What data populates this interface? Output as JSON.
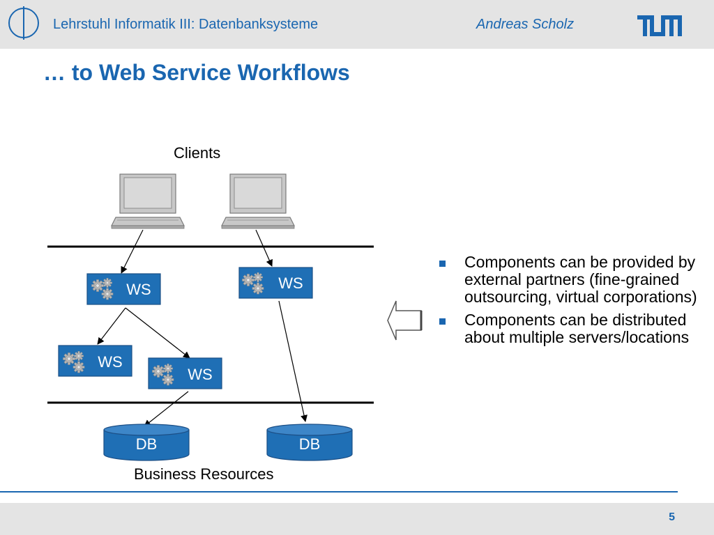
{
  "header": {
    "title": "Lehrstuhl Informatik III: Datenbanksysteme",
    "author": "Andreas Scholz",
    "university_logo": "tum-logo"
  },
  "slide": {
    "title": "… to Web Service Workflows"
  },
  "diagram": {
    "clients_label": "Clients",
    "resources_label": "Business Resources",
    "ws_label": "WS",
    "db_label": "DB",
    "colors": {
      "box_fill": "#1f6fb5",
      "box_border": "#1c4f86",
      "db_fill": "#1f6fb5",
      "line": "#000000"
    }
  },
  "bullets": [
    "Components can be provided by external partners (fine-grained outsourcing, virtual corporations)",
    "Components can be distributed about multiple servers/locations"
  ],
  "footer": {
    "page_number": "5"
  }
}
